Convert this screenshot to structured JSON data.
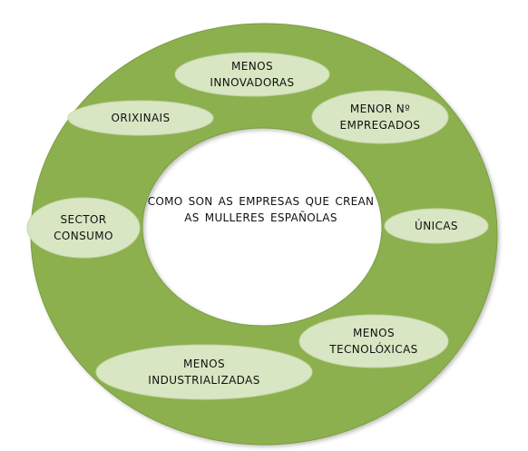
{
  "diagram": {
    "center_label": "COMO SON AS EMPRESAS QUE\nCREAN AS MULLERES ESPAÑOLAS",
    "items": [
      {
        "id": "menos-innovadoras",
        "label": "MENOS\nINNOVADORAS"
      },
      {
        "id": "menor-empregados",
        "label": "MENOR Nº\nEMPREGADOS"
      },
      {
        "id": "unicas",
        "label": "ÚNICAS"
      },
      {
        "id": "menos-tecnoloxicas",
        "label": "MENOS\nTECNOLÓXICAS"
      },
      {
        "id": "menos-industrializadas",
        "label": "MENOS\nINDUSTRIALIZADAS"
      },
      {
        "id": "sector-consumo",
        "label": "SECTOR\nCONSUMO"
      },
      {
        "id": "orixinais",
        "label": "ORIXINAIS"
      }
    ]
  },
  "colors": {
    "ring": "#8db04f",
    "ring_edge": "#7a9c3f",
    "pill": "#d8e6c3",
    "pill_edge": "#c4d6a8",
    "center": "#ffffff"
  }
}
